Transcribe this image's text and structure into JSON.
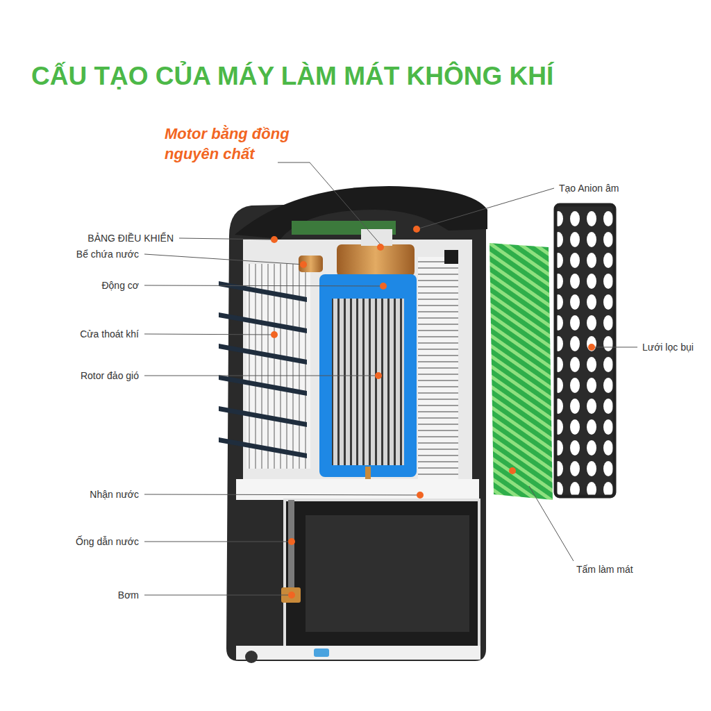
{
  "diagram": {
    "title": "CẤU TẠO CỦA MÁY LÀM MÁT KHÔNG KHÍ",
    "labels": [
      "Motor bằng đồng nguyên chất",
      "Tạo Anion âm",
      "BẢNG ĐIỀU KHIỂN",
      "Bể chứa nước",
      "Động cơ",
      "Cửa thoát khí",
      "Rotor đảo gió",
      "Lưới lọc bụi",
      "Nhận nước",
      "Ống dẫn nước",
      "Bơm",
      "Tấm làm mát"
    ]
  }
}
